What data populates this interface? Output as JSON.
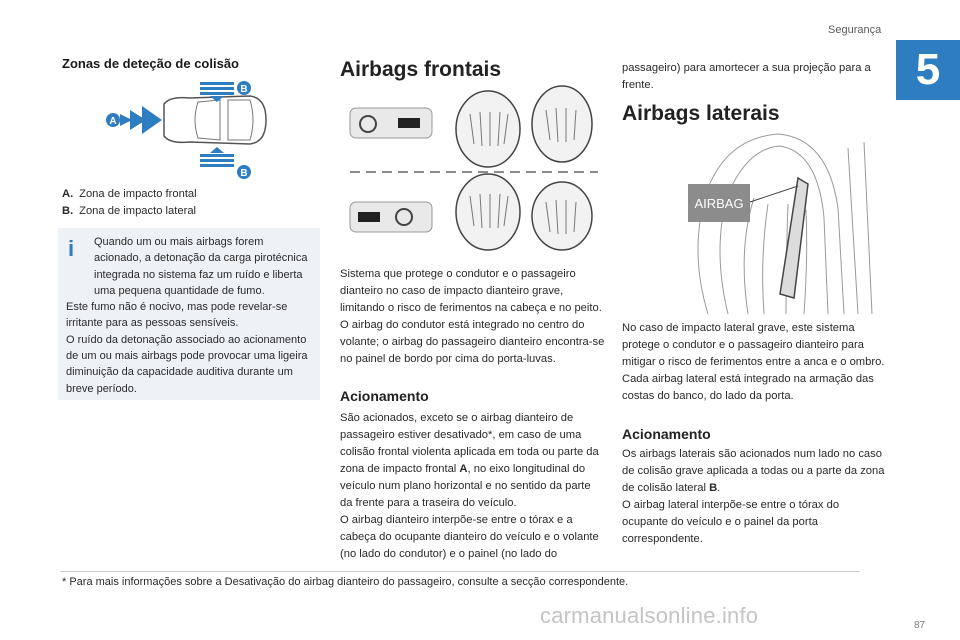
{
  "header": {
    "section": "Segurança",
    "chapter": "5"
  },
  "col1": {
    "title": "Zonas de deteção de colisão",
    "diagram": {
      "label_a": "A",
      "label_b_top": "B",
      "label_b_bottom": "B"
    },
    "legend": [
      {
        "key": "A.",
        "text": "Zona de impacto frontal"
      },
      {
        "key": "B.",
        "text": "Zona de impacto lateral"
      }
    ],
    "info": {
      "first_line": "Quando um ou mais airbags forem acionado, a detonação da carga pirotécnica integrada no sistema faz um ruído e liberta uma pequena quantidade de fumo.",
      "line2": "Este fumo não é nocivo, mas pode revelar-se irritante para as pessoas sensíveis.",
      "line3": "O ruído da detonação associado ao acionamento de um ou mais airbags pode provocar uma ligeira diminuição da capacidade auditiva durante um breve período."
    }
  },
  "col2": {
    "title": "Airbags frontais",
    "intro_p1": "Sistema que protege o condutor e o passageiro dianteiro no caso de impacto dianteiro grave, limitando o risco de ferimentos na cabeça e no peito.",
    "intro_p2": "O airbag do condutor está integrado no centro do volante; o airbag do passageiro dianteiro encontra-se no painel de bordo por cima do porta-luvas.",
    "sub_title": "Acionamento",
    "act_p1_pre": "São acionados, exceto se o airbag dianteiro de passageiro estiver desativado*, em caso de uma colisão frontal violenta aplicada em toda ou parte da zona de impacto frontal ",
    "act_p1_bold": "A",
    "act_p1_post": ", no eixo longitudinal do veículo num plano horizontal e no sentido da parte da frente para a traseira do veículo.",
    "act_p2": "O airbag dianteiro interpõe-se entre o tórax e a cabeça do ocupante dianteiro do veículo e o volante (no lado do condutor) e o painel (no lado do"
  },
  "col3": {
    "cont": "passageiro) para amortecer a sua projeção para a frente.",
    "title": "Airbags laterais",
    "airbag_label": "AIRBAG",
    "p1": "No caso de impacto lateral grave, este sistema protege o condutor e o passageiro dianteiro para mitigar o risco de ferimentos entre a anca e o ombro.",
    "p2": "Cada airbag lateral está integrado na armação das costas do banco, do lado da porta.",
    "sub_title": "Acionamento",
    "act_p1_pre": "Os airbags laterais são acionados num lado no caso de colisão grave aplicada a todas ou a parte da zona de colisão lateral ",
    "act_p1_bold": "B",
    "act_p1_post": ".",
    "act_p2": "O airbag lateral interpõe-se entre o tórax do ocupante do veículo e o painel da porta correspondente."
  },
  "footnote": "* Para mais informações sobre a Desativação do airbag dianteiro do passageiro, consulte a secção correspondente.",
  "page_number": "87",
  "watermark": "carmanualsonline.info",
  "colors": {
    "accent": "#2f7dc1",
    "info_bg": "#eef1f5"
  }
}
